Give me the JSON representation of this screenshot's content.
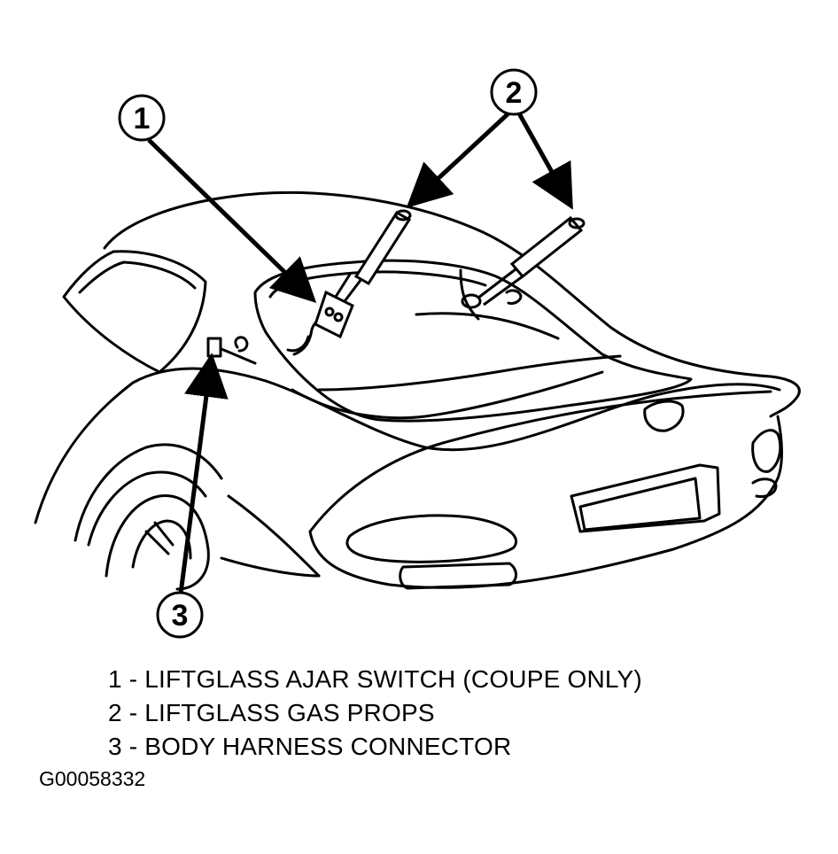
{
  "callouts": [
    {
      "number": "1"
    },
    {
      "number": "2"
    },
    {
      "number": "3"
    }
  ],
  "legend": [
    {
      "text": "1 - LIFTGLASS AJAR SWITCH (COUPE ONLY)"
    },
    {
      "text": "2 - LIFTGLASS GAS PROPS"
    },
    {
      "text": "3 - BODY HARNESS CONNECTOR"
    }
  ],
  "figure_id": "G00058332"
}
